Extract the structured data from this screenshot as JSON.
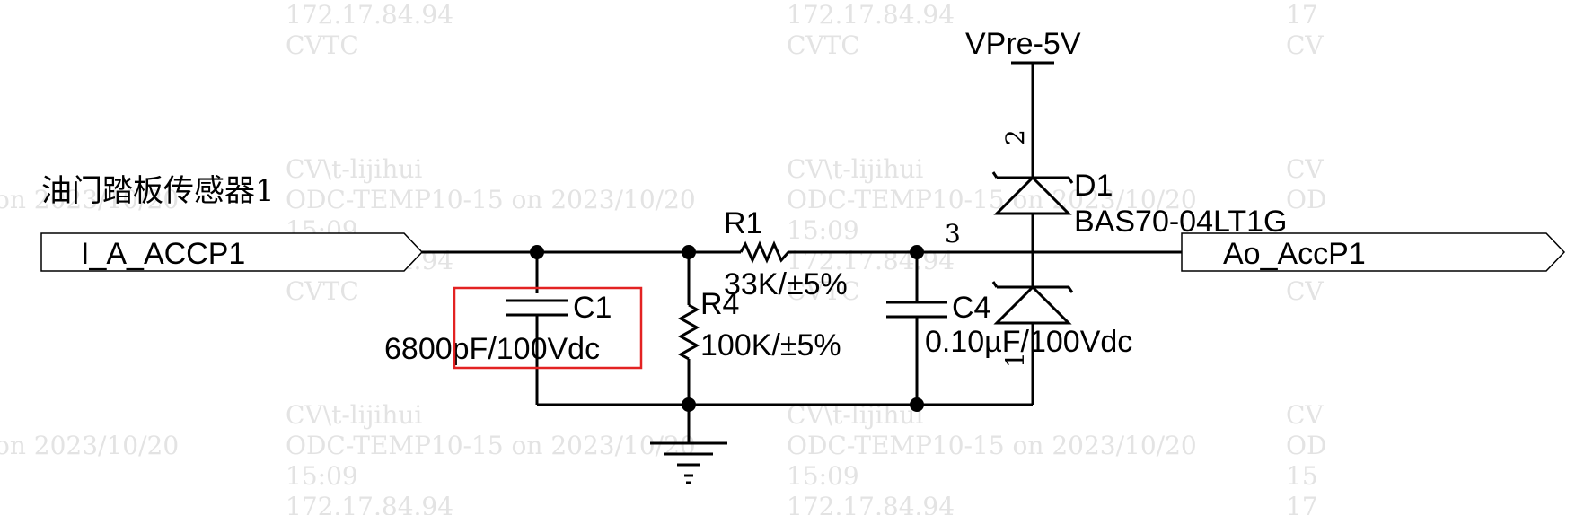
{
  "title": "油门踏板传感器1",
  "ports": {
    "input": "I_A_ACCP1",
    "output": "Ao_AccP1"
  },
  "power": "VPre-5V",
  "components": {
    "r1": {
      "ref": "R1",
      "value": "33K/±5%"
    },
    "r4": {
      "ref": "R4",
      "value": "100K/±5%"
    },
    "c1": {
      "ref": "C1",
      "value": "6800pF/100Vdc"
    },
    "c4": {
      "ref": "C4",
      "value": "0.10µF/100Vdc"
    },
    "d1": {
      "ref": "D1",
      "value": "BAS70-04LT1G",
      "pin_top": "2",
      "pin_mid": "3",
      "pin_bottom": "1"
    }
  },
  "watermark": {
    "ip": "172.17.84.94",
    "org": "CVTC",
    "user": "CV\\t-lijihui",
    "machine": "ODC-TEMP10-15 on 2023/10/20",
    "time": "15:09",
    "machine_partial": "on 2023/10/20",
    "cut_17": "17",
    "cut_cv": "CV",
    "cut_od": "OD",
    "cut_15": "15"
  },
  "colors": {
    "highlight": "#e32222",
    "wire": "#000000"
  }
}
